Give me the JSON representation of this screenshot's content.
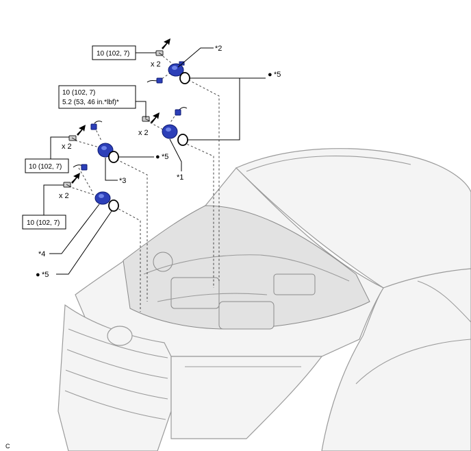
{
  "callouts": {
    "c1": "*1",
    "c2": "*2",
    "c3": "*3",
    "c4": "*4",
    "c5a": "*5",
    "c5b": "*5",
    "c5c": "*5"
  },
  "bullet_symbol": "●",
  "torque": {
    "t1": "10 (102, 7)",
    "t2_line1": "10 (102, 7)",
    "t2_line2": "5.2 (53, 46 in.*lbf)*",
    "t3": "10 (102, 7)",
    "t4": "10 (102, 7)"
  },
  "qty": {
    "q1": "x 2",
    "q2": "x 2",
    "q3": "x 2",
    "q4": "x 2"
  },
  "figure_code": "C",
  "colors": {
    "part": "#2c3fb8",
    "line": "#000000",
    "vehicle": "#9a9a9a"
  }
}
